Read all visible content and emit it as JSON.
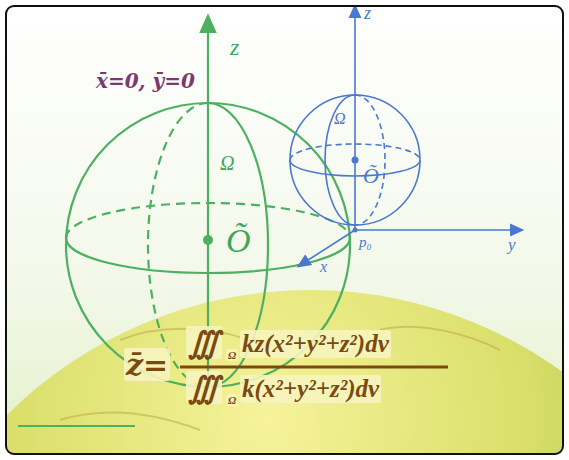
{
  "diagram": {
    "labels": [
      "x̄=0, ȳ=0",
      "z",
      "Ω",
      "Õ",
      "z",
      "Ω",
      "Õ",
      "y",
      "x",
      "p₀",
      "z̄=",
      "∭",
      "Ω",
      "kz(x²+y²+z²)dv",
      "∭",
      "Ω",
      "k(x²+y²+z²)dv"
    ]
  }
}
